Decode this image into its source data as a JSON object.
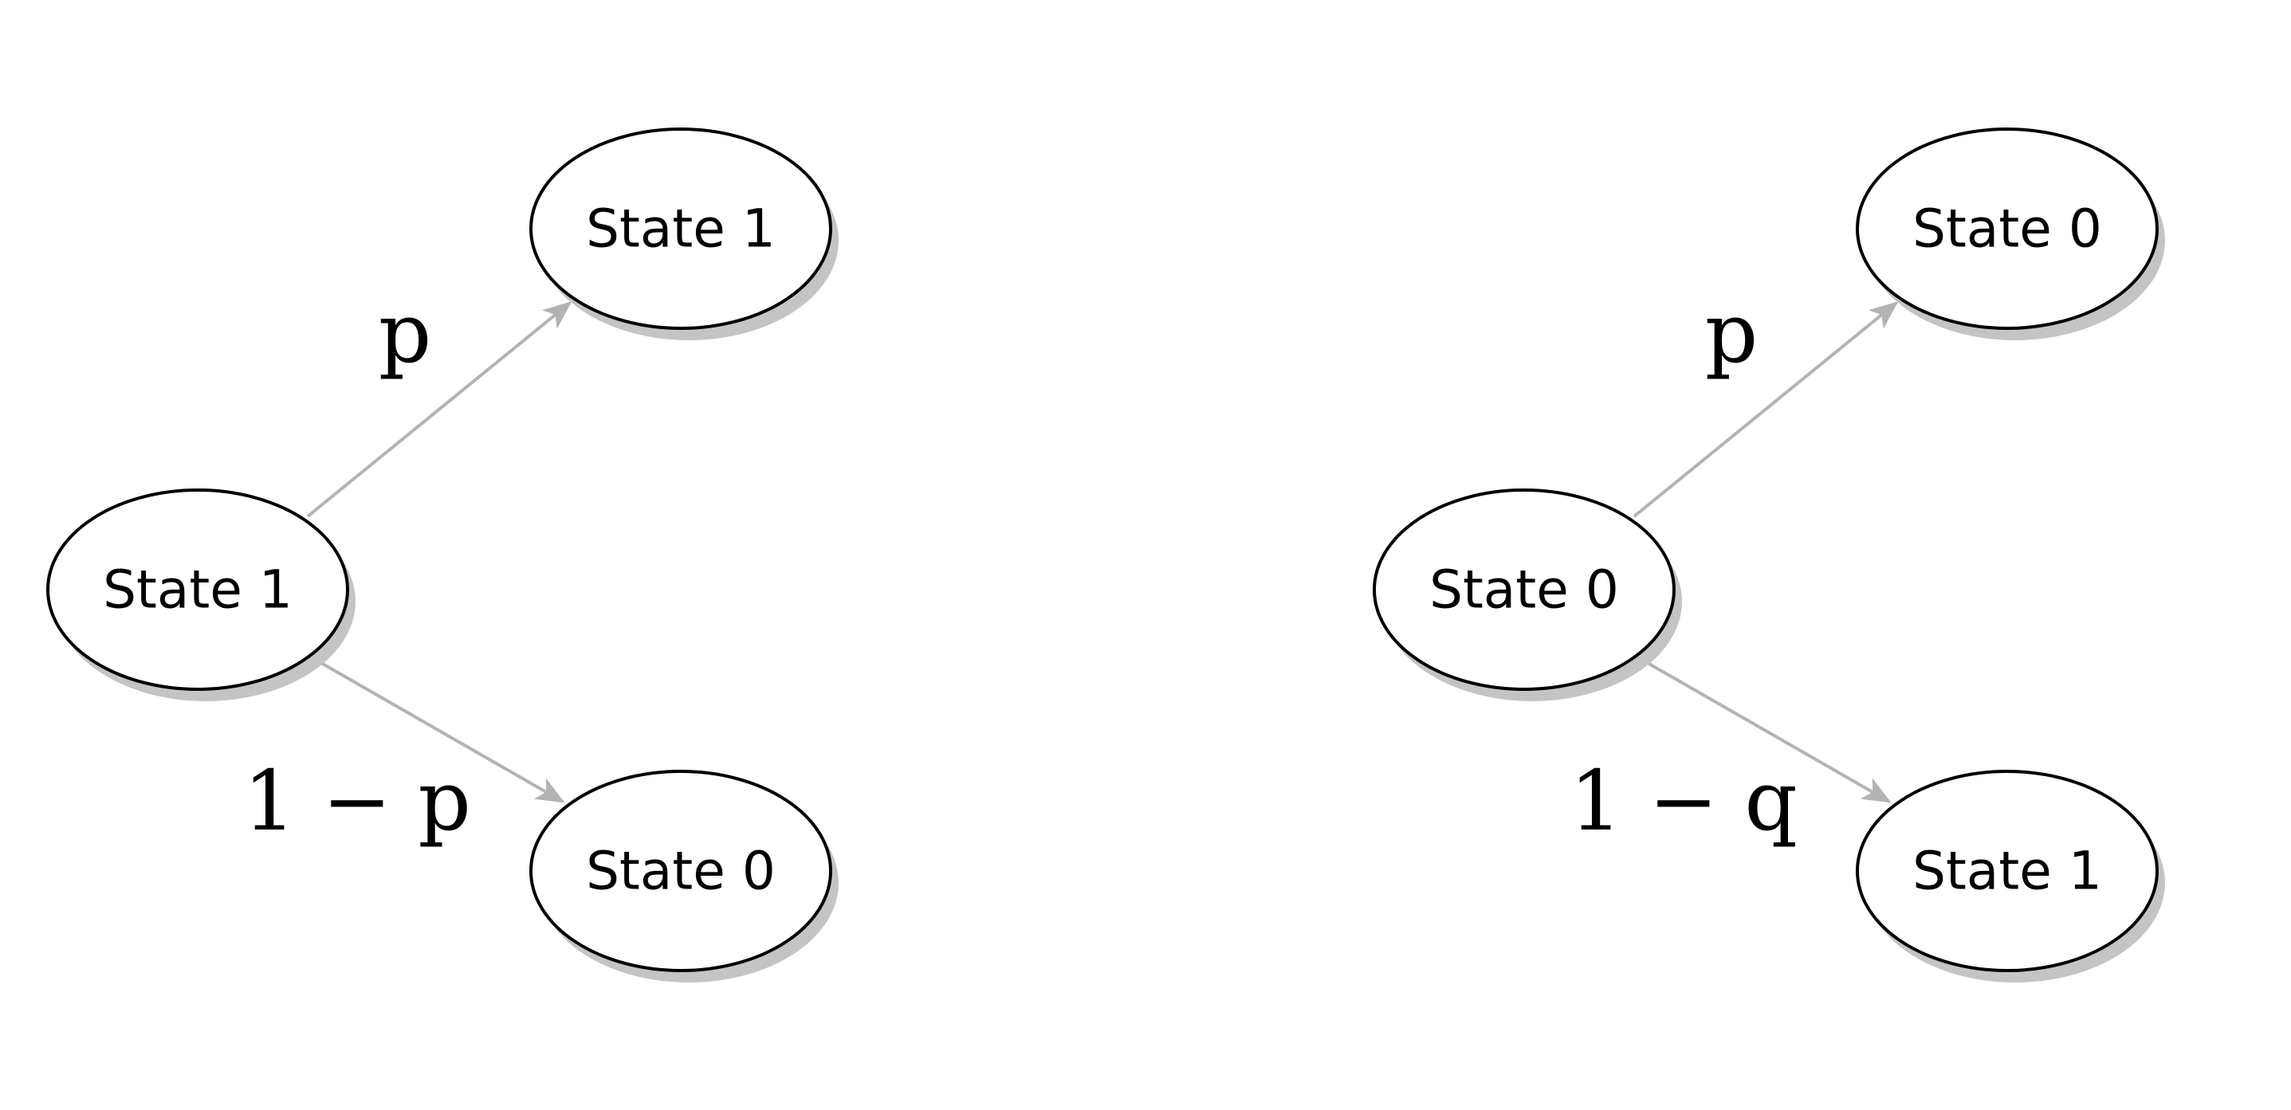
{
  "colors": {
    "background": "#ffffff",
    "node_fill": "#ffffff",
    "node_stroke": "#000000",
    "node_shadow": "#c4c4c4",
    "edge": "#b3b3b3"
  },
  "trees": [
    {
      "root": {
        "label": "State 1"
      },
      "upper_child": {
        "label": "State 1"
      },
      "lower_child": {
        "label": "State 0"
      },
      "upper_edge": {
        "label": "p"
      },
      "lower_edge": {
        "label": "1 − p"
      }
    },
    {
      "root": {
        "label": "State 0"
      },
      "upper_child": {
        "label": "State 0"
      },
      "lower_child": {
        "label": "State 1"
      },
      "upper_edge": {
        "label": "p"
      },
      "lower_edge": {
        "label": "1 − q"
      }
    }
  ]
}
